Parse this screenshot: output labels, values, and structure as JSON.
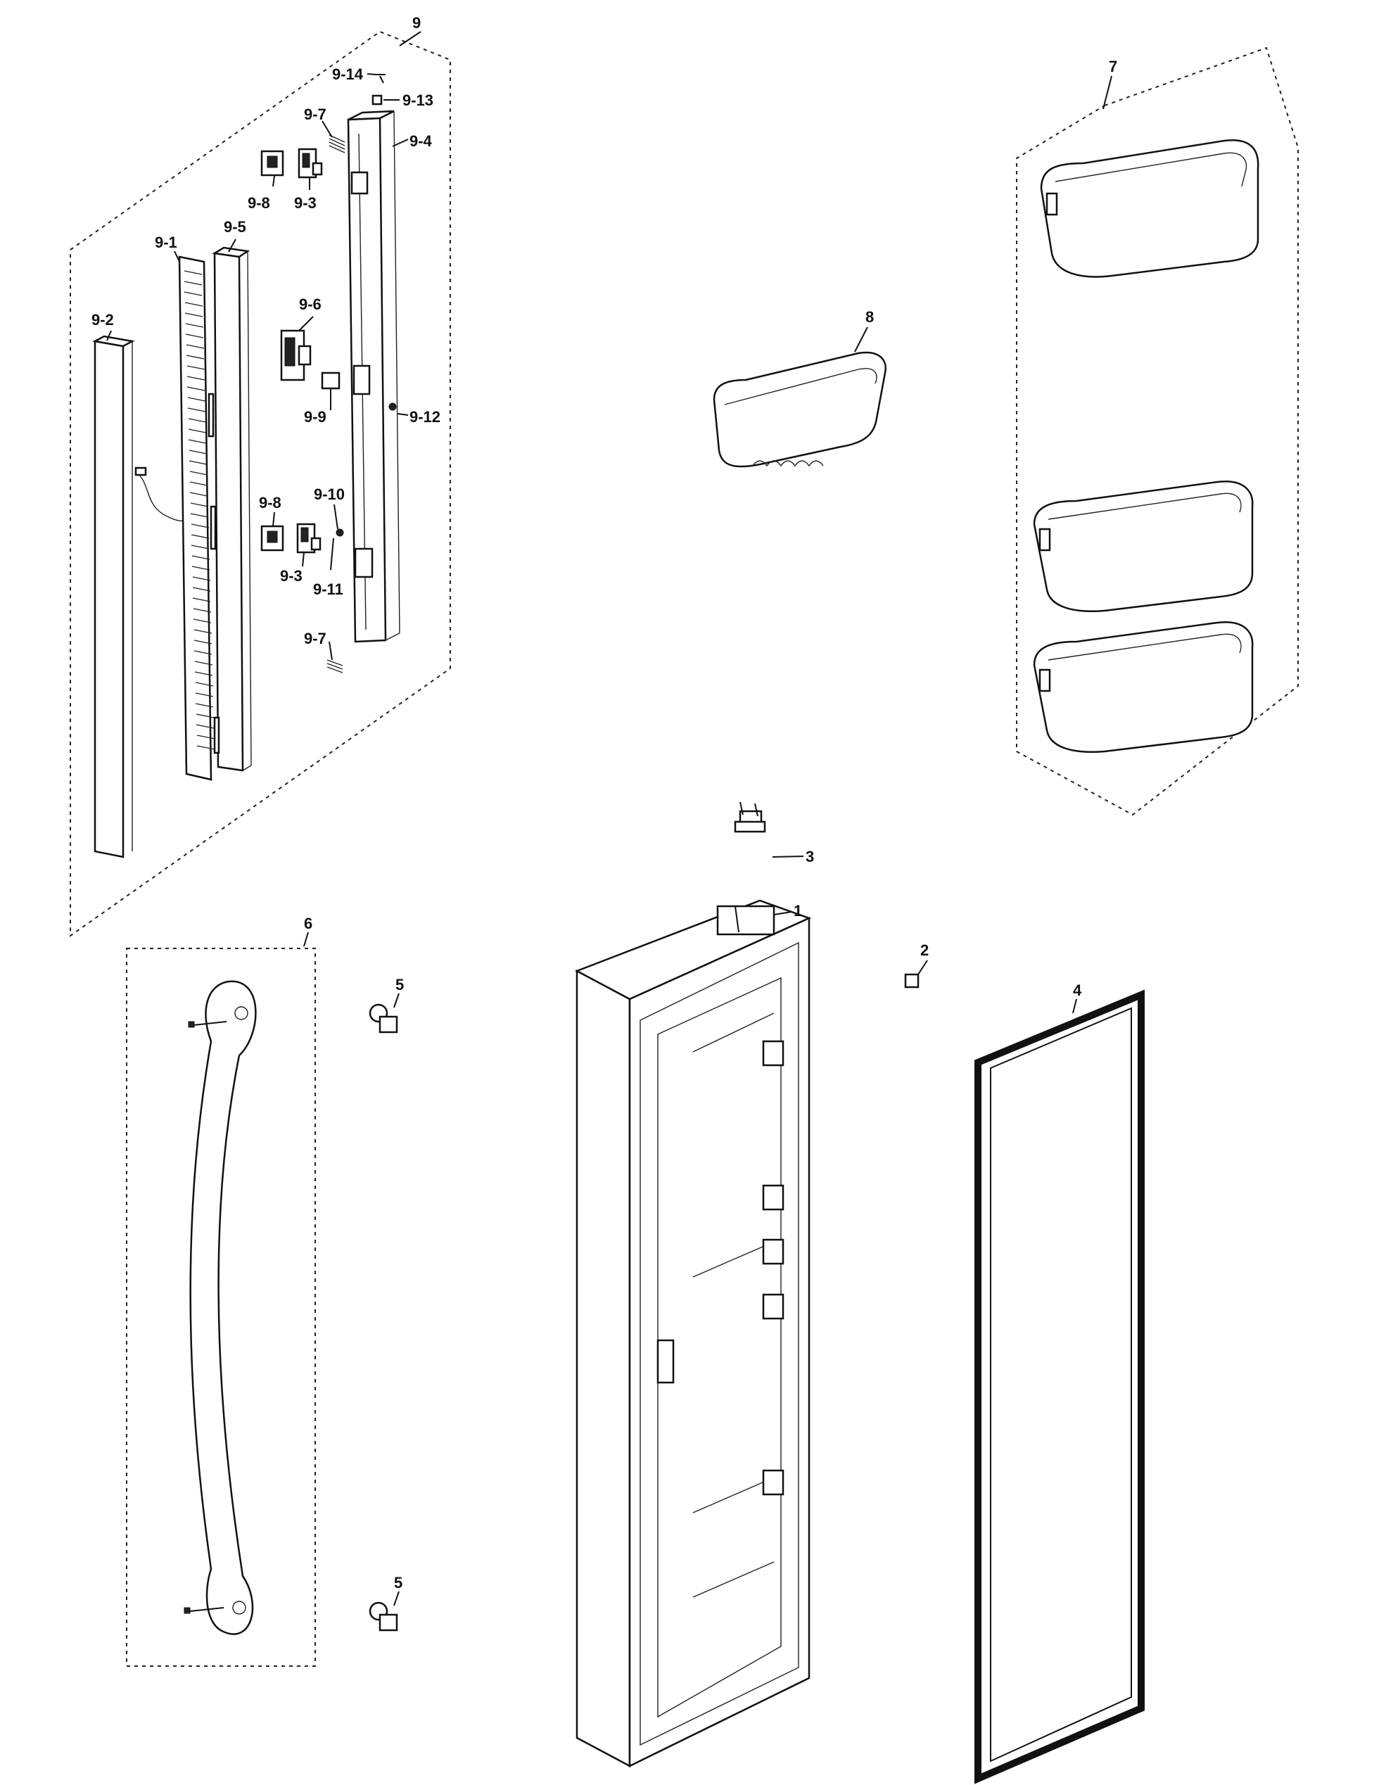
{
  "diagram": {
    "labels": {
      "l_9": "9",
      "l_9_14": "9-14",
      "l_9_13": "9-13",
      "l_9_7a": "9-7",
      "l_9_4": "9-4",
      "l_9_8a": "9-8",
      "l_9_3a": "9-3",
      "l_9_1": "9-1",
      "l_9_5": "9-5",
      "l_9_2": "9-2",
      "l_9_6": "9-6",
      "l_9_9": "9-9",
      "l_9_12": "9-12",
      "l_9_8b": "9-8",
      "l_9_10": "9-10",
      "l_9_3b": "9-3",
      "l_9_11": "9-11",
      "l_9_7b": "9-7",
      "l_8": "8",
      "l_7": "7",
      "l_3": "3",
      "l_1": "1",
      "l_2": "2",
      "l_4": "4",
      "l_6": "6",
      "l_5a": "5",
      "l_5b": "5"
    }
  }
}
